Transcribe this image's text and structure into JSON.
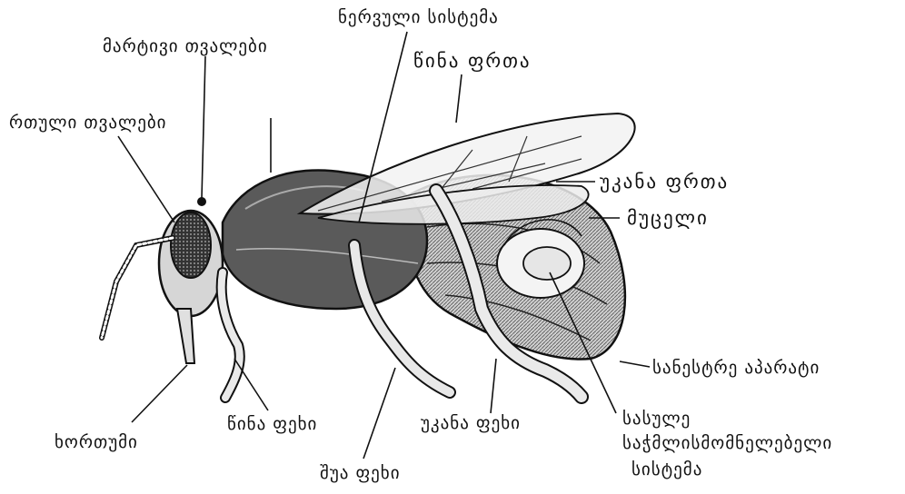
{
  "labels": {
    "nervous_system": "ნერვული სისტემა",
    "simple_eyes": "მარტივი თვალები",
    "compound_eyes": "რთული თვალები",
    "fore_wing": "წინა ფრთა",
    "hind_wing": "უკანა ფრთა",
    "abdomen": "მუცელი",
    "respiratory": "სანესტრე აპარატი",
    "proboscis": "ხორთუმი",
    "fore_leg": "წინა ფეხი",
    "hind_leg": "უკანა ფეხი",
    "middle_leg": "შუა ფეხი",
    "digestive_1": "სასულე",
    "digestive_2": "საჭმლისმომნელებელი",
    "digestive_3": "სისტემა"
  },
  "colors": {
    "ink": "#111111",
    "body_fill": "#d9d9d9",
    "dark_fill": "#4a4a4a",
    "wing_fill": "#efefef"
  }
}
